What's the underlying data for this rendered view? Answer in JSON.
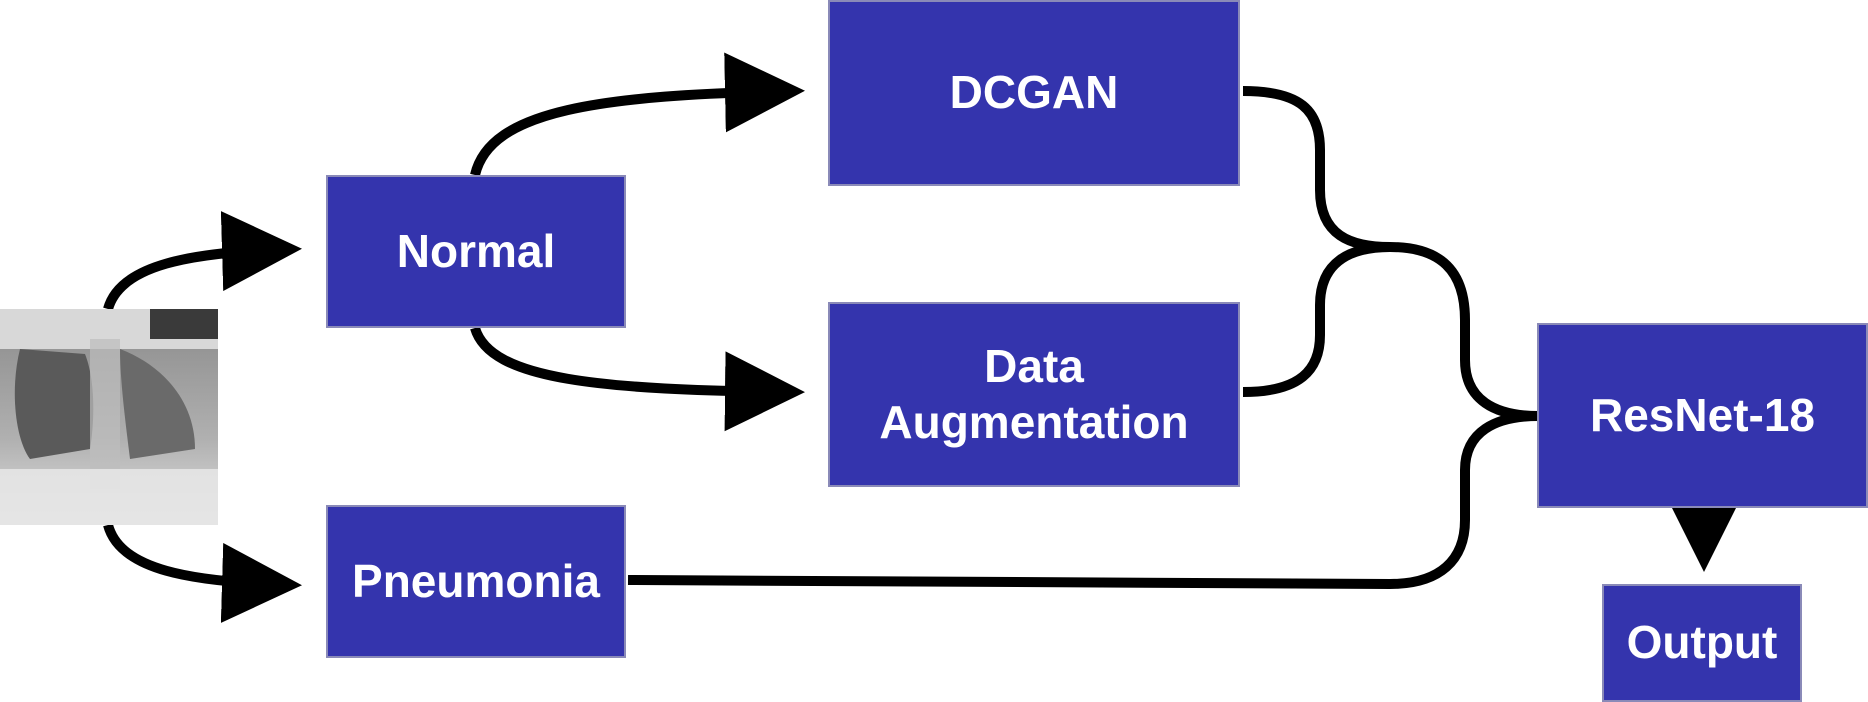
{
  "diagram": {
    "nodes": {
      "normal": "Normal",
      "pneumonia": "Pneumonia",
      "dcgan": "DCGAN",
      "augmentation_line1": "Data",
      "augmentation_line2": "Augmentation",
      "resnet": "ResNet-18",
      "output": "Output"
    },
    "input_image": {
      "description_icon": "chest-xray-image"
    },
    "colors": {
      "box_fill": "#3434ad",
      "box_border": "#8a8ab8",
      "text": "#ffffff",
      "arrow": "#000000"
    }
  }
}
